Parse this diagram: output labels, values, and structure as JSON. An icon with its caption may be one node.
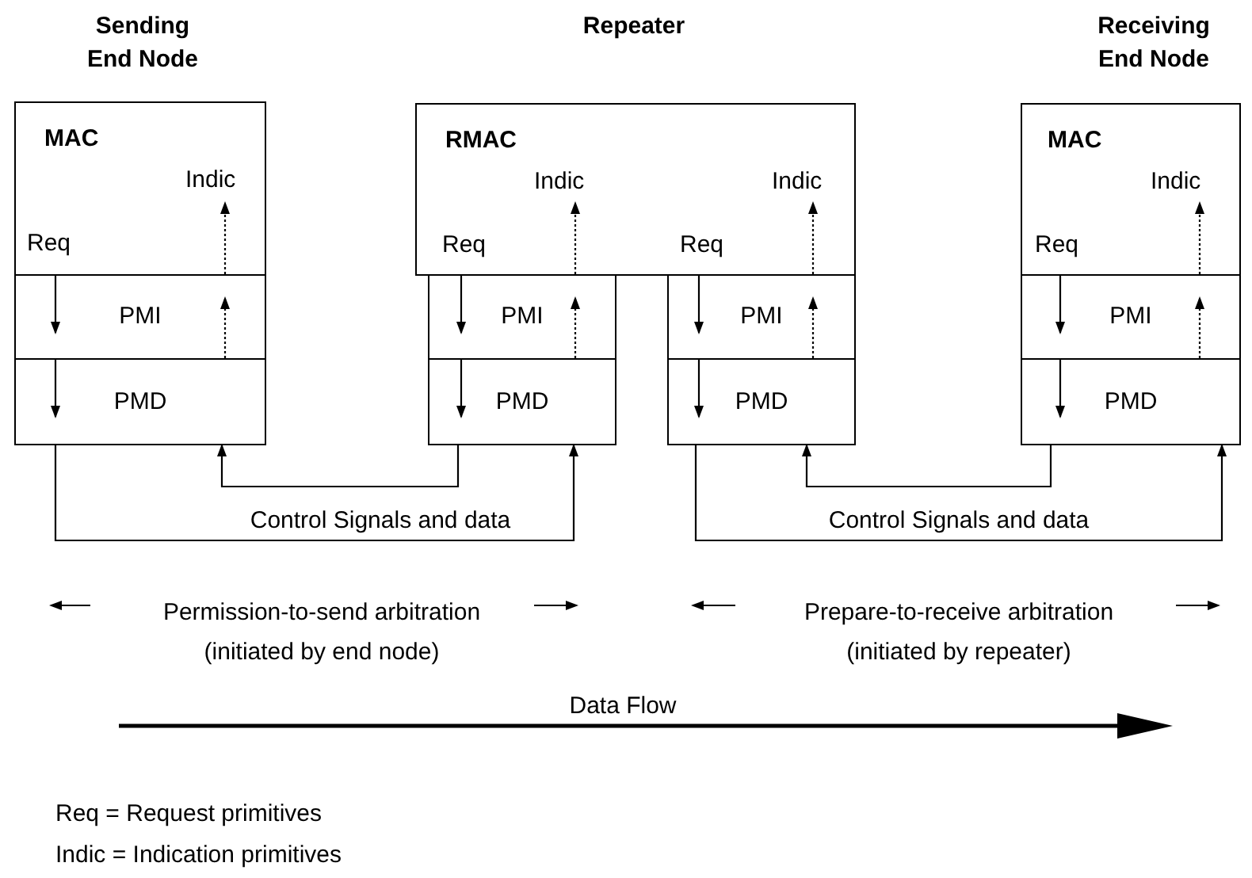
{
  "diagram": {
    "nodes": [
      {
        "text": [
          "MAC",
          "Indic",
          "Req"
        ],
        "beside": [
          "Sending End Node"
        ]
      },
      {
        "text": [
          "PMI"
        ]
      },
      {
        "text": [
          "PMD"
        ]
      },
      {
        "text": [
          "RMAC",
          "Indic",
          "Req",
          "Indic",
          "Req"
        ],
        "beside": [
          "Repeater"
        ]
      },
      {
        "text": [
          "PMI"
        ]
      },
      {
        "text": [
          "PMD"
        ]
      },
      {
        "text": [
          "PMI"
        ]
      },
      {
        "text": [
          "PMD"
        ]
      },
      {
        "text": [
          "MAC",
          "Indic",
          "Req"
        ],
        "beside": [
          "Receiving End Node"
        ]
      },
      {
        "text": [
          "PMI"
        ]
      },
      {
        "text": [
          "PMD"
        ]
      }
    ],
    "edges": [
      {
        "from": 0,
        "to": 1,
        "arrow": "to"
      },
      {
        "from": 1,
        "to": 2,
        "arrow": "to"
      },
      {
        "from": 2,
        "to": 1,
        "arrow": "to",
        "style": "dashed"
      },
      {
        "from": 1,
        "to": 0,
        "arrow": "to",
        "style": "dashed"
      },
      {
        "from": 3,
        "to": 4,
        "arrow": "to"
      },
      {
        "from": 4,
        "to": 5,
        "arrow": "to"
      },
      {
        "from": 5,
        "to": 4,
        "arrow": "to",
        "style": "dashed"
      },
      {
        "from": 4,
        "to": 3,
        "arrow": "to",
        "style": "dashed"
      },
      {
        "from": 3,
        "to": 6,
        "arrow": "to"
      },
      {
        "from": 6,
        "to": 7,
        "arrow": "to"
      },
      {
        "from": 7,
        "to": 6,
        "arrow": "to",
        "style": "dashed"
      },
      {
        "from": 6,
        "to": 3,
        "arrow": "to",
        "style": "dashed"
      },
      {
        "from": 8,
        "to": 9,
        "arrow": "to"
      },
      {
        "from": 9,
        "to": 10,
        "arrow": "to"
      },
      {
        "from": 10,
        "to": 9,
        "arrow": "to",
        "style": "dashed"
      },
      {
        "from": 9,
        "to": 8,
        "arrow": "to",
        "style": "dashed"
      },
      {
        "from": 2,
        "to": 5,
        "arrow": "to",
        "label": "Control Signals and data"
      },
      {
        "from": 5,
        "to": 2,
        "arrow": "to"
      },
      {
        "from": 7,
        "to": 10,
        "arrow": "to",
        "label": "Control Signals and data"
      },
      {
        "from": 10,
        "to": 7,
        "arrow": "to"
      }
    ],
    "labels": [
      "Permission-to-send arbitration (initiated by end node)",
      "Prepare-to-receive arbitration (initiated by repeater)",
      "Data Flow",
      "Req = Request primitives",
      "Indic = Indication primitives"
    ]
  }
}
